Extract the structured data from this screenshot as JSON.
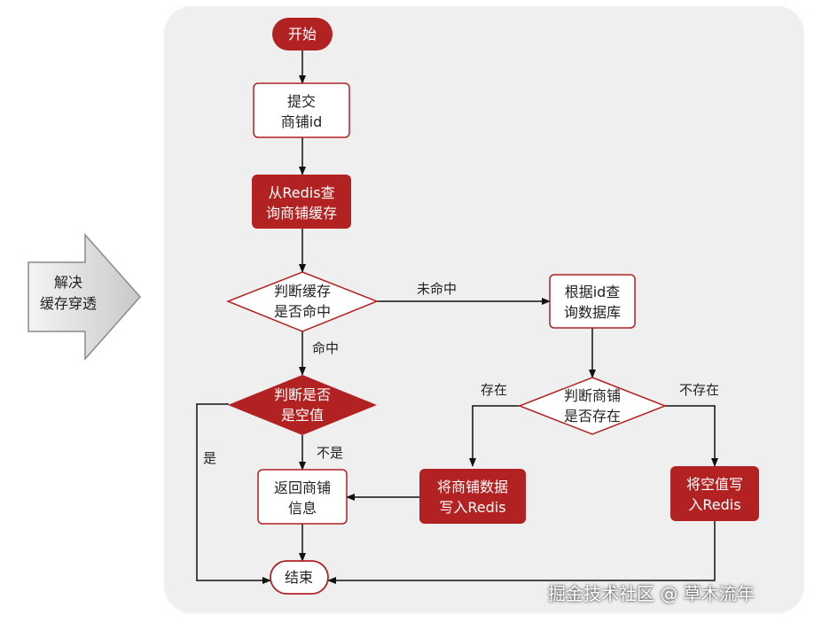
{
  "side_arrow": {
    "line1": "解决",
    "line2": "缓存穿透"
  },
  "nodes": {
    "start": "开始",
    "submit": {
      "line1": "提交",
      "line2": "商铺id"
    },
    "query_redis": {
      "line1": "从Redis查",
      "line2": "询商铺缓存"
    },
    "check_hit": {
      "line1": "判断缓存",
      "line2": "是否命中"
    },
    "check_null": {
      "line1": "判断是否",
      "line2": "是空值"
    },
    "return_info": {
      "line1": "返回商铺",
      "line2": "信息"
    },
    "end": "结束",
    "query_db": {
      "line1": "根据id查",
      "line2": "询数据库"
    },
    "check_exist": {
      "line1": "判断商铺",
      "line2": "是否存在"
    },
    "write_data": {
      "line1": "将商铺数据",
      "line2": "写入Redis"
    },
    "write_null": {
      "line1": "将空值写",
      "line2": "入Redis"
    }
  },
  "edge_labels": {
    "miss": "未命中",
    "hit": "命中",
    "is_null": "是",
    "not_null": "不是",
    "exists": "存在",
    "not_exists": "不存在"
  },
  "colors": {
    "accent": "#b22222",
    "panel": "#efefef"
  },
  "watermark": "掘金技术社区 @ 草木流年"
}
